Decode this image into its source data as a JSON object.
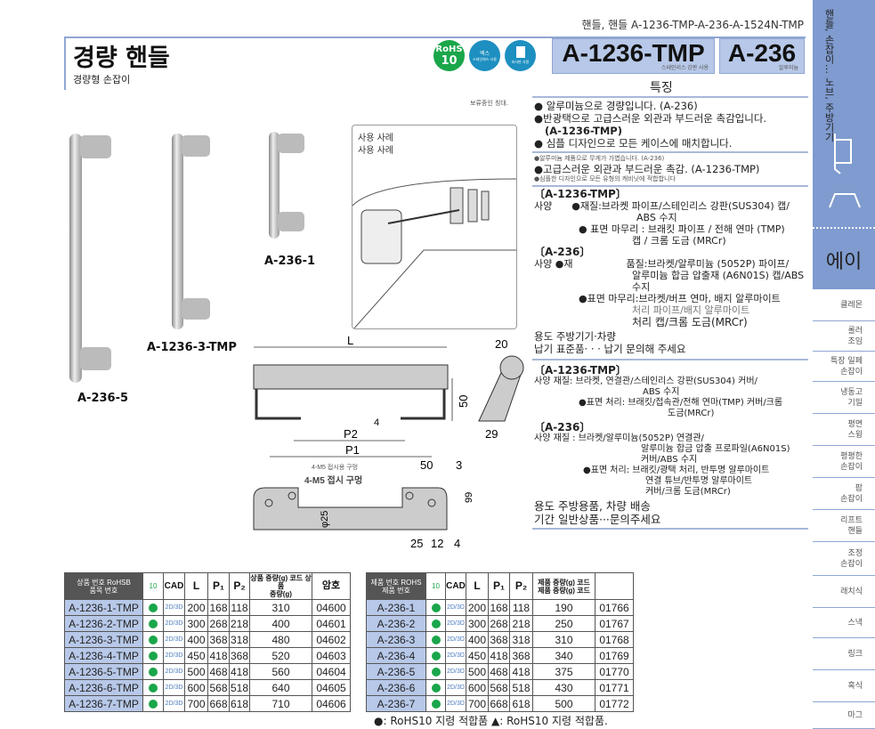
{
  "breadcrumb": "핸들, 핸들 A-1236-TMP-A-236-A-1524N-TMP",
  "title": "경량 핸들",
  "subtitle": "경량형 손잡이",
  "badges": [
    {
      "top": "RoHS",
      "bottom": "10",
      "color": "#1aa64a"
    },
    {
      "top": "엑스",
      "bottom": "스테인레스 사용",
      "color": "#1d8fc0"
    },
    {
      "top": "",
      "bottom": "비사판 사용",
      "color": "#1d8fc0"
    }
  ],
  "codes": [
    "A-1236-TMP",
    "A-236"
  ],
  "code_small": [
    "스테인리스 강판 사용",
    "알루미늄"
  ],
  "features_heading": "특징",
  "features": [
    "● 알루미늄으로 경량입니다. (A-236)",
    "●반광택으로 고급스러운 외관과 부드러운 촉감입니다.",
    "(A-1236-TMP)",
    "● 심플 디자인으로 모든 케이스에 매치합니다."
  ],
  "features_small": [
    "●알루미늄 제품으로 무게가 가볍습니다. (A-236)",
    "●고급스러운 외관과 부드러운 촉감. (A-1236-TMP)",
    "●심플한 디자인으로 모든 유형의 캐비닛에 적합합니다"
  ],
  "spec1": {
    "head": "〔A-1236-TMP〕",
    "lines": [
      "사양　　●재질:브라켓 파이프/스테인리스 강판(SUS304) 캡/",
      "ABS 수지",
      "● 표면 마무리 : 브래킷 파이프 / 전해 연마 (TMP)",
      "캡 / 크롬 도금 (MRCr)"
    ]
  },
  "spec2": {
    "head": "〔A-236〕",
    "lines": [
      "사양 ●재",
      "품질:브라켓/알루미늄 (5052P) 파이프/",
      "알루미늄 합금 압출재 (A6N01S) 캡/ABS",
      "수지",
      "●표면 마무리:브라켓/버프 연마, 배지 알루마이트",
      "처리 파이프/배지 알루마이트",
      "처리 캡/크롬 도금(MRCr)"
    ]
  },
  "usage1": [
    "용도 주방기기·차량",
    "납기 표준품· · · 납기 문의해 주세요"
  ],
  "spec3": {
    "head": "〔A-1236-TMP〕",
    "lines": [
      "사양 재질: 브라켓, 연결관/스테인리스 강판(SUS304) 커버/",
      "ABS 수지",
      "●표면 처리: 브래킷/접속관/전해 연마(TMP) 커버/크롬",
      "도금(MRCr)"
    ]
  },
  "spec4": {
    "head": "〔A-236〕",
    "lines": [
      "사양 재질 : 브라켓/알루미늄(5052P) 연결관/",
      "알루미늄 합금 압출 프로파일(A6N01S)",
      "커버/ABS 수지",
      "●표면 처리: 브래킷/광택 처리, 반투명 알루마이트",
      "연결 튜브/반투명 알루마이트",
      "커버/크롬 도금(MRCr)"
    ]
  },
  "usage2": [
    "용도 주방용품, 차량 배송",
    "기간 일반상품···문의주세요"
  ],
  "hold_note": "보류중인 칭대.",
  "usage_box": [
    "사용 사례",
    "사용 사례"
  ],
  "product_labels": [
    "A-236-5",
    "A-1236-3-TMP",
    "A-236-1"
  ],
  "drawing": {
    "L": "L",
    "h50": "50",
    "t4": "4",
    "P2": "P2",
    "P1": "P1",
    "d20": "20",
    "d29": "29",
    "hole_small": "4-M5 접시용 구멍",
    "hole": "4-M5 접시 구멍",
    "w50": "50",
    "w3": "3",
    "d99": "99",
    "phi": "φ25",
    "b25": "25",
    "b12": "12",
    "b4": "4"
  },
  "sidebar": {
    "vertical": "핸들, 손잡이… 노브, 주방기기",
    "ei": "에이",
    "items": [
      "클레몬",
      "롤러\n조임",
      "특장 일페\n손잡이",
      "냉동고\n기밀",
      "평면\n스윙",
      "평평한\n손잡이",
      "팝\n손잡이",
      "리프트\n핸들",
      "조정\n손잡이",
      "래치식",
      "스낵",
      "링크",
      "혹식",
      "마그"
    ]
  },
  "table1": {
    "headers": {
      "part": "상품 번호 RoHSB\n품목 번호",
      "rohs": "10",
      "cad": "CAD",
      "L": "L",
      "P1": "P₁",
      "P2": "P₂",
      "weight": "상품 중량(g) 코드 상품\n중량(g)",
      "code": "암호"
    },
    "rows": [
      [
        "A-1236-1-TMP",
        "200",
        "168",
        "118",
        "310",
        "04600"
      ],
      [
        "A-1236-2-TMP",
        "300",
        "268",
        "218",
        "400",
        "04601"
      ],
      [
        "A-1236-3-TMP",
        "400",
        "368",
        "318",
        "480",
        "04602"
      ],
      [
        "A-1236-4-TMP",
        "450",
        "418",
        "368",
        "520",
        "04603"
      ],
      [
        "A-1236-5-TMP",
        "500",
        "468",
        "418",
        "560",
        "04604"
      ],
      [
        "A-1236-6-TMP",
        "600",
        "568",
        "518",
        "640",
        "04605"
      ],
      [
        "A-1236-7-TMP",
        "700",
        "668",
        "618",
        "710",
        "04606"
      ]
    ]
  },
  "table2": {
    "headers": {
      "part": "제품 번호 ROHS\n제품 번호",
      "rohs": "10",
      "cad": "CAD",
      "L": "L",
      "P1": "P₁",
      "P2": "P₂",
      "weight": "제품 중량(g) 코드\n제품 중량(g) 코드",
      "code": ""
    },
    "rows": [
      [
        "A-236-1",
        "200",
        "168",
        "118",
        "190",
        "01766"
      ],
      [
        "A-236-2",
        "300",
        "268",
        "218",
        "250",
        "01767"
      ],
      [
        "A-236-3",
        "400",
        "368",
        "318",
        "310",
        "01768"
      ],
      [
        "A-236-4",
        "450",
        "418",
        "368",
        "340",
        "01769"
      ],
      [
        "A-236-5",
        "500",
        "468",
        "418",
        "375",
        "01770"
      ],
      [
        "A-236-6",
        "600",
        "568",
        "518",
        "430",
        "01771"
      ],
      [
        "A-236-7",
        "700",
        "668",
        "618",
        "500",
        "01772"
      ]
    ]
  },
  "cad_label": "2D/3D",
  "footnote": "●: RoHS10 지령 적합품 ▲: RoHS10 지령 적합품."
}
